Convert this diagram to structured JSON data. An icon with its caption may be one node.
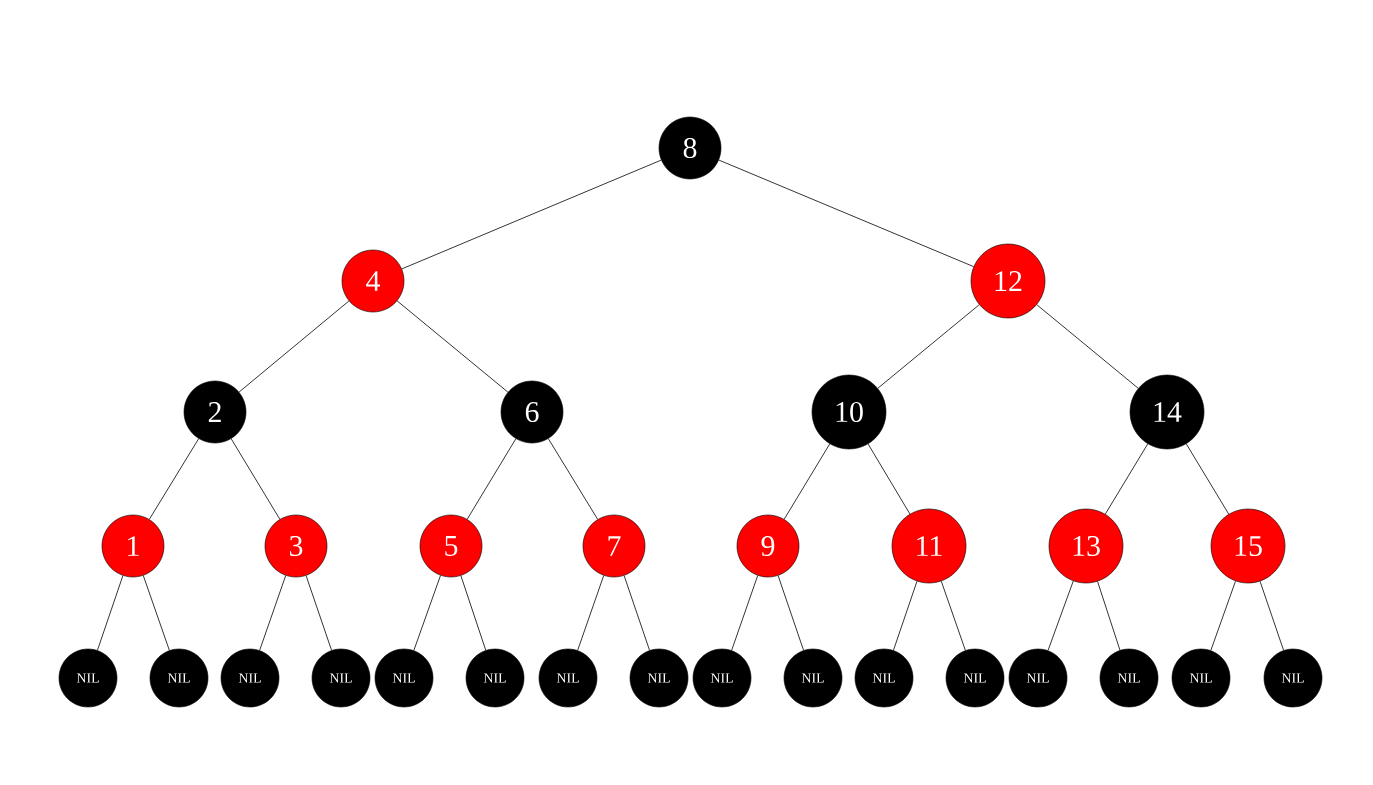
{
  "diagram": {
    "nodes": [
      {
        "text": [
          "8"
        ]
      },
      {
        "text": [
          "4"
        ]
      },
      {
        "text": [
          "12"
        ]
      },
      {
        "text": [
          "2"
        ]
      },
      {
        "text": [
          "6"
        ]
      },
      {
        "text": [
          "10"
        ]
      },
      {
        "text": [
          "14"
        ]
      },
      {
        "text": [
          "1"
        ]
      },
      {
        "text": [
          "3"
        ]
      },
      {
        "text": [
          "5"
        ]
      },
      {
        "text": [
          "7"
        ]
      },
      {
        "text": [
          "9"
        ]
      },
      {
        "text": [
          "11"
        ]
      },
      {
        "text": [
          "13"
        ]
      },
      {
        "text": [
          "15"
        ]
      },
      {
        "text": [
          "NIL"
        ]
      },
      {
        "text": [
          "NIL"
        ]
      },
      {
        "text": [
          "NIL"
        ]
      },
      {
        "text": [
          "NIL"
        ]
      },
      {
        "text": [
          "NIL"
        ]
      },
      {
        "text": [
          "NIL"
        ]
      },
      {
        "text": [
          "NIL"
        ]
      },
      {
        "text": [
          "NIL"
        ]
      },
      {
        "text": [
          "NIL"
        ]
      },
      {
        "text": [
          "NIL"
        ]
      },
      {
        "text": [
          "NIL"
        ]
      },
      {
        "text": [
          "NIL"
        ]
      },
      {
        "text": [
          "NIL"
        ]
      },
      {
        "text": [
          "NIL"
        ]
      },
      {
        "text": [
          "NIL"
        ]
      },
      {
        "text": [
          "NIL"
        ]
      }
    ],
    "edges": [
      {
        "from": 0,
        "to": 1,
        "arrow": "none"
      },
      {
        "from": 0,
        "to": 2,
        "arrow": "none"
      },
      {
        "from": 1,
        "to": 3,
        "arrow": "none"
      },
      {
        "from": 1,
        "to": 4,
        "arrow": "none"
      },
      {
        "from": 2,
        "to": 5,
        "arrow": "none"
      },
      {
        "from": 2,
        "to": 6,
        "arrow": "none"
      },
      {
        "from": 3,
        "to": 7,
        "arrow": "none"
      },
      {
        "from": 3,
        "to": 8,
        "arrow": "none"
      },
      {
        "from": 4,
        "to": 9,
        "arrow": "none"
      },
      {
        "from": 4,
        "to": 10,
        "arrow": "none"
      },
      {
        "from": 5,
        "to": 11,
        "arrow": "none"
      },
      {
        "from": 5,
        "to": 12,
        "arrow": "none"
      },
      {
        "from": 6,
        "to": 13,
        "arrow": "none"
      },
      {
        "from": 6,
        "to": 14,
        "arrow": "none"
      },
      {
        "from": 7,
        "to": 15,
        "arrow": "none"
      },
      {
        "from": 7,
        "to": 16,
        "arrow": "none"
      },
      {
        "from": 8,
        "to": 17,
        "arrow": "none"
      },
      {
        "from": 8,
        "to": 18,
        "arrow": "none"
      },
      {
        "from": 9,
        "to": 19,
        "arrow": "none"
      },
      {
        "from": 9,
        "to": 20,
        "arrow": "none"
      },
      {
        "from": 10,
        "to": 21,
        "arrow": "none"
      },
      {
        "from": 10,
        "to": 22,
        "arrow": "none"
      },
      {
        "from": 11,
        "to": 23,
        "arrow": "none"
      },
      {
        "from": 11,
        "to": 24,
        "arrow": "none"
      },
      {
        "from": 12,
        "to": 25,
        "arrow": "none"
      },
      {
        "from": 12,
        "to": 26,
        "arrow": "none"
      },
      {
        "from": 13,
        "to": 27,
        "arrow": "none"
      },
      {
        "from": 13,
        "to": 28,
        "arrow": "none"
      },
      {
        "from": 14,
        "to": 29,
        "arrow": "none"
      },
      {
        "from": 14,
        "to": 30,
        "arrow": "none"
      }
    ]
  }
}
